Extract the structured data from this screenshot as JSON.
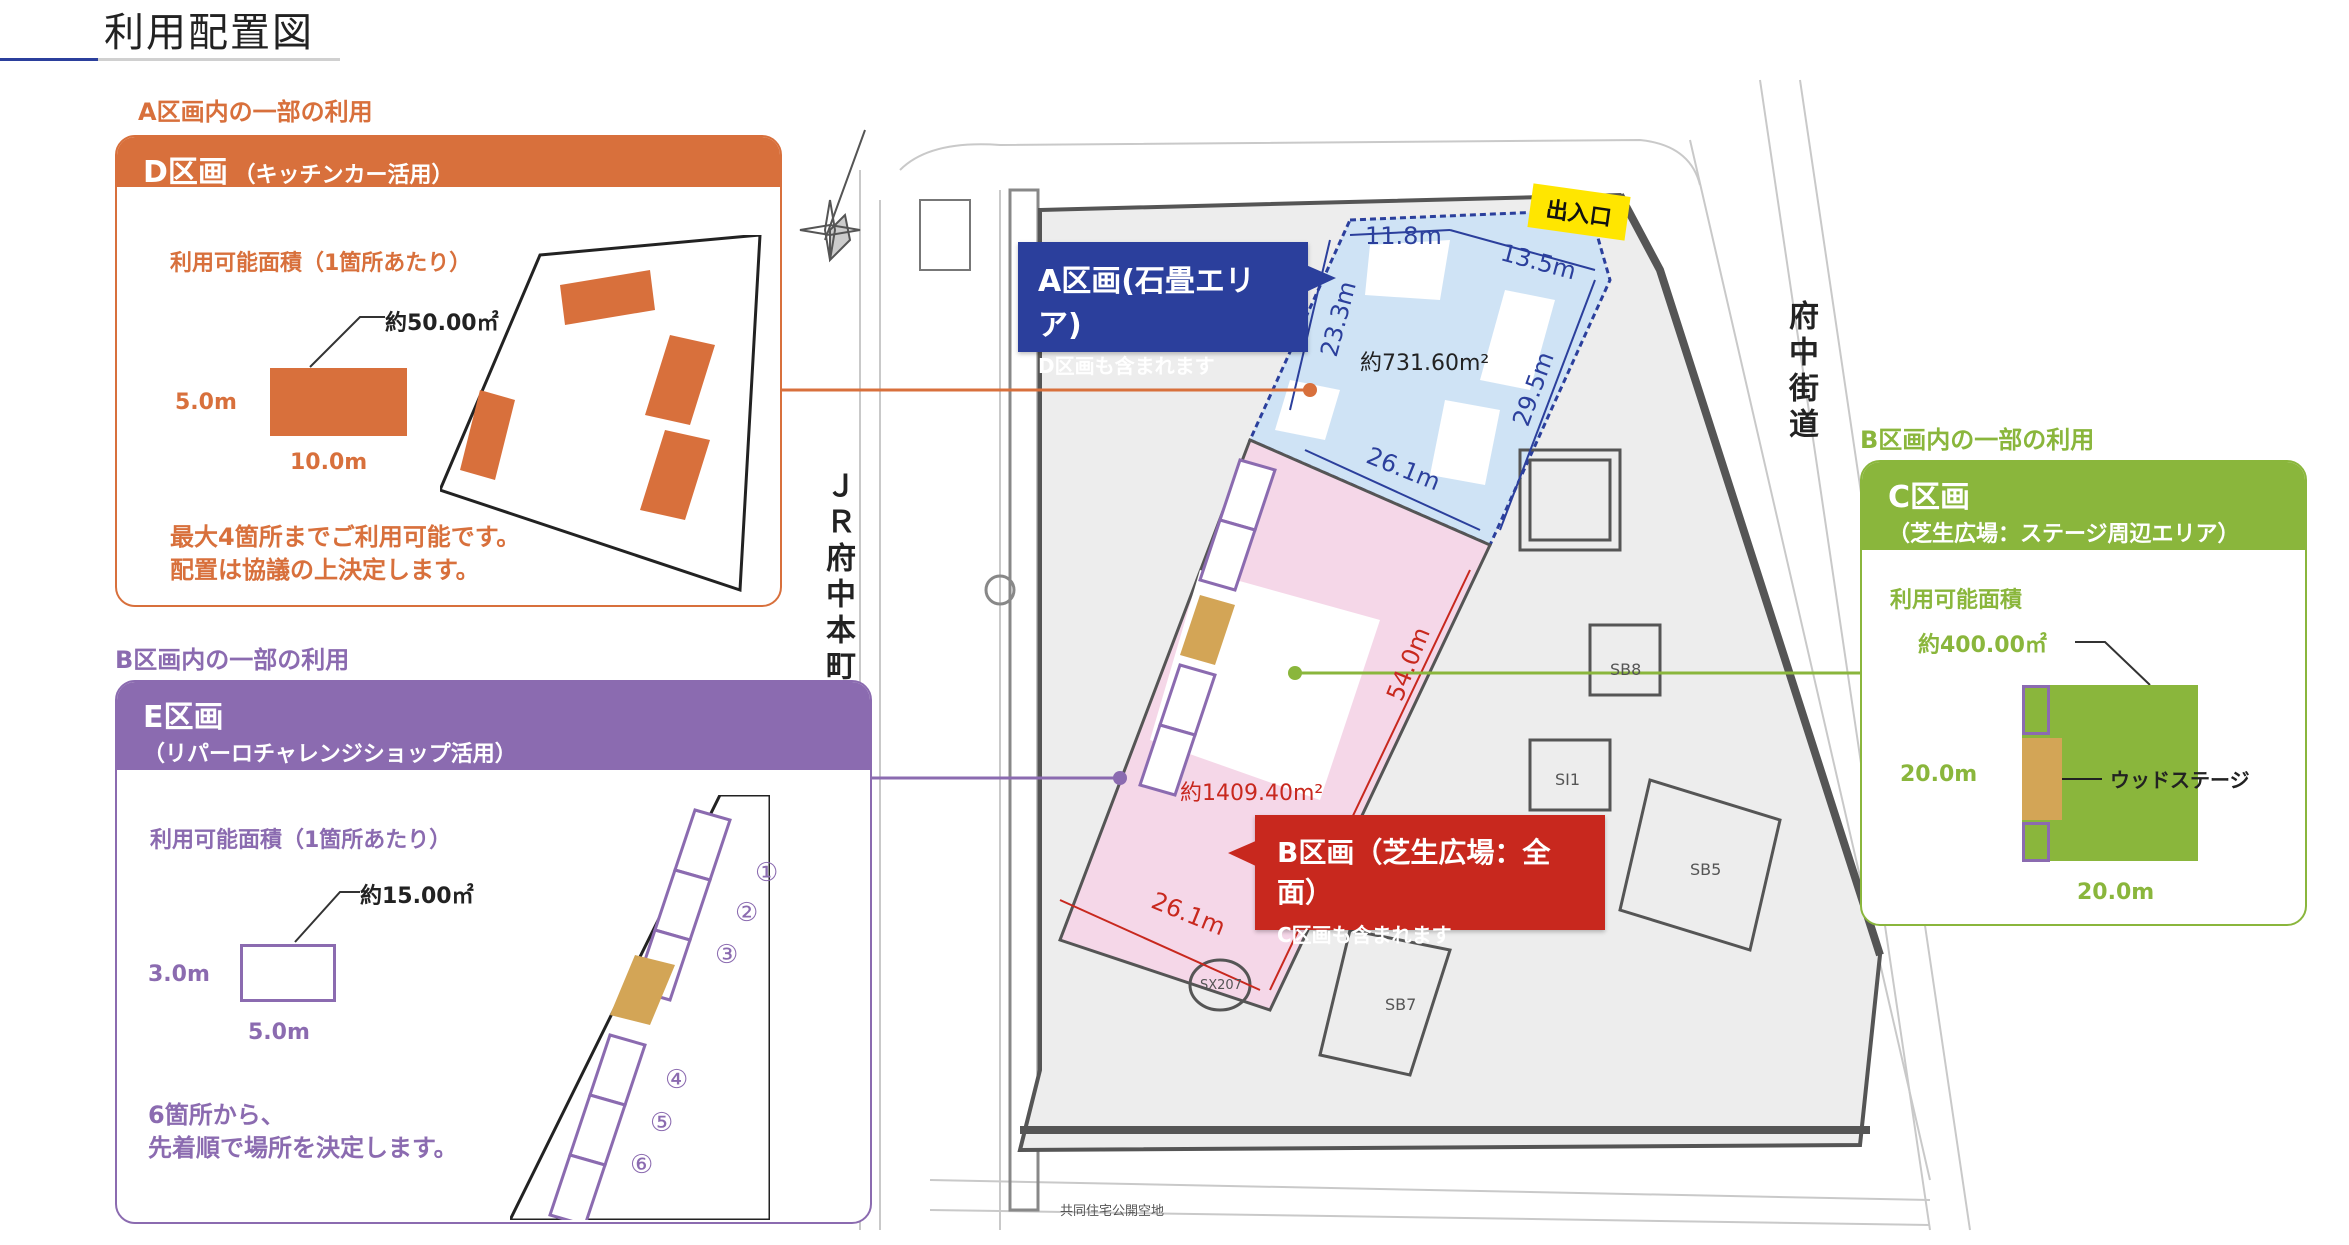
{
  "title": "利用配置図",
  "d_section": {
    "above_label": "A区画内の一部の利用",
    "heading": "D区画",
    "heading_sub": "（キッチンカー活用）",
    "area_label": "利用可能面積（1箇所あたり）",
    "area_value": "約50.00㎡",
    "height": "5.0m",
    "width": "10.0m",
    "note_line1": "最大4箇所までご利用可能です。",
    "note_line2": "配置は協議の上決定します。"
  },
  "e_section": {
    "above_label": "B区画内の一部の利用",
    "heading": "E区画",
    "heading_sub": "（リパーロチャレンジショップ活用）",
    "area_label": "利用可能面積（1箇所あたり）",
    "area_value": "約15.00㎡",
    "height": "3.0m",
    "width": "5.0m",
    "note_line1": "6箇所から、",
    "note_line2": "先着順で場所を決定します。",
    "slots": [
      "①",
      "②",
      "③",
      "④",
      "⑤",
      "⑥"
    ]
  },
  "c_section": {
    "above_label": "B区画内の一部の利用",
    "heading": "C区画",
    "heading_sub": "（芝生広場：ステージ周辺エリア）",
    "area_label": "利用可能面積",
    "area_value": "約400.00㎡",
    "height": "20.0m",
    "width": "20.0m",
    "stage_label": "ウッドステージ"
  },
  "a_callout": {
    "title": "A区画(石畳エリア)",
    "sub": "D区画も含まれます"
  },
  "b_callout": {
    "title": "B区画（芝生広場：全面）",
    "sub": "C区画も含まれます"
  },
  "map": {
    "entrance": "出入口",
    "station": "ＪＲ府中本町駅",
    "road": "府中街道",
    "a_top": "11.8m",
    "a_right_top": "13.5m",
    "a_left": "23.3m",
    "a_right": "29.5m",
    "a_bottom": "26.1m",
    "a_area": "約731.60m²",
    "b_right": "54.0m",
    "b_bottom": "26.1m",
    "b_area": "約1409.40m²",
    "sb8": "SB8",
    "si1": "SI1",
    "sb5": "SB5",
    "sb7": "SB7",
    "sx207": "SX207",
    "bottom_note": "共同住宅公開空地"
  },
  "colors": {
    "orange": "#d8703c",
    "purple": "#8b6bb0",
    "green": "#8ab63c",
    "navy": "#2b3f9c",
    "red": "#c8281e",
    "stage": "#d3a556",
    "entrance": "#ffe600"
  }
}
